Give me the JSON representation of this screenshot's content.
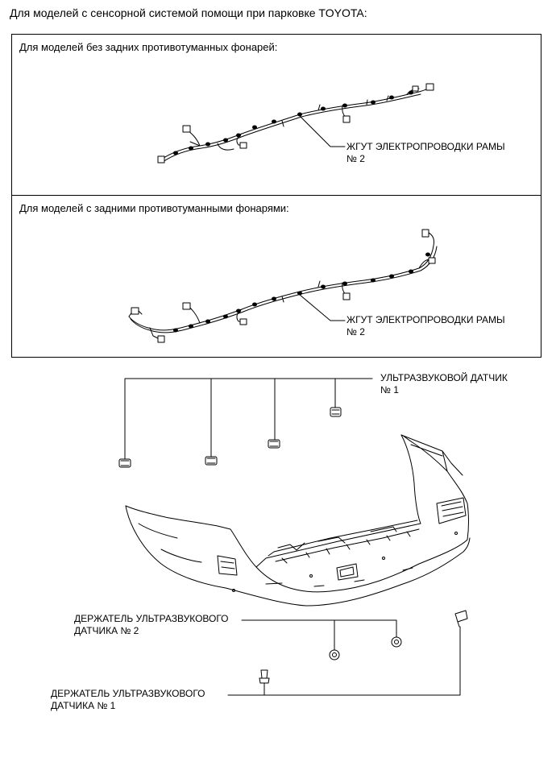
{
  "header": {
    "title": "Для моделей с сенсорной системой помощи при парковке TOYOTA:"
  },
  "panel_top": {
    "heading": "Для моделей без задних противотуманных фонарей:",
    "callout_line1": "ЖГУТ ЭЛЕКТРОПРОВОДКИ РАМЫ",
    "callout_line2": "№ 2"
  },
  "panel_bottom": {
    "heading": "Для моделей с задними противотуманными фонарями:",
    "callout_line1": "ЖГУТ ЭЛЕКТРОПРОВОДКИ РАМЫ",
    "callout_line2": "№ 2"
  },
  "assembly": {
    "sensor_line1": "УЛЬТРАЗВУКОВОЙ ДАТЧИК",
    "sensor_line2": "№ 1",
    "holder2_line1": "ДЕРЖАТЕЛЬ УЛЬТРАЗВУКОВОГО",
    "holder2_line2": "ДАТЧИКА № 2",
    "holder1_line1": "ДЕРЖАТЕЛЬ УЛЬТРАЗВУКОВОГО",
    "holder1_line2": "ДАТЧИКА № 1"
  }
}
